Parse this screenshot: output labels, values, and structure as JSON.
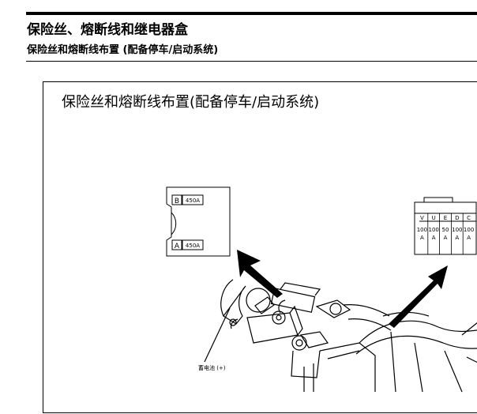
{
  "header": {
    "title": "保险丝、熔断线和继电器盒",
    "subtitle": "保险丝和熔断线布置 (配备停车/启动系统)"
  },
  "figure": {
    "title": "保险丝和熔断线布置(配备停车/启动系统)",
    "fusible_link_box": {
      "rows": [
        {
          "id": "B",
          "rating": "450A"
        },
        {
          "id": "A",
          "rating": "450A"
        }
      ]
    },
    "fuse_block": {
      "letters": [
        "V",
        "U",
        "E",
        "D",
        "C"
      ],
      "ratings_top": [
        "100",
        "100",
        "50",
        "100",
        "100"
      ],
      "ratings_bottom": [
        "A",
        "A",
        "A",
        "A",
        "A"
      ]
    },
    "battery_label": "蓄电池 (+)"
  }
}
